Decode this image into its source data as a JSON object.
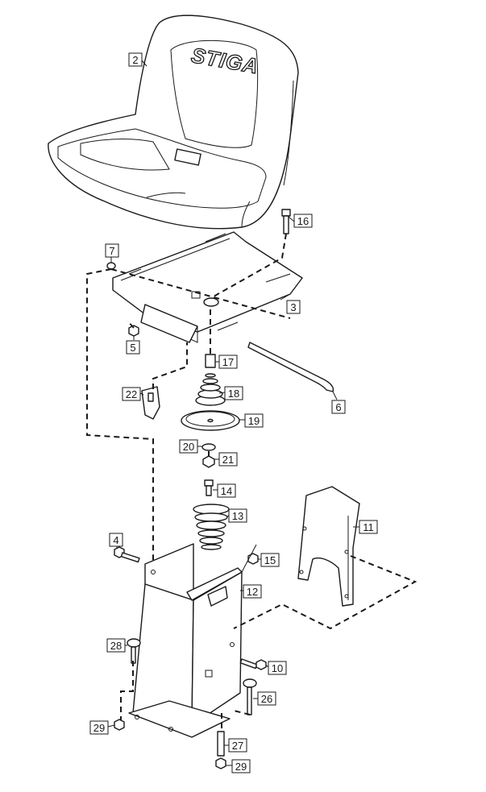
{
  "brand": {
    "logo_text": "STIGA"
  },
  "parts": [
    {
      "id": "seat",
      "label": "2"
    },
    {
      "id": "seat-plate",
      "label": "3"
    },
    {
      "id": "bolt-4",
      "label": "4"
    },
    {
      "id": "nut-5",
      "label": "5"
    },
    {
      "id": "adjust-rod",
      "label": "6"
    },
    {
      "id": "washer-7",
      "label": "7"
    },
    {
      "id": "screw-10",
      "label": "10"
    },
    {
      "id": "rear-cover",
      "label": "11"
    },
    {
      "id": "seat-console",
      "label": "12"
    },
    {
      "id": "spring-13",
      "label": "13"
    },
    {
      "id": "bolt-14",
      "label": "14"
    },
    {
      "id": "nut-15",
      "label": "15"
    },
    {
      "id": "bolt-16",
      "label": "16"
    },
    {
      "id": "spacer-17",
      "label": "17"
    },
    {
      "id": "spring-18",
      "label": "18"
    },
    {
      "id": "disc-19",
      "label": "19"
    },
    {
      "id": "washer-20",
      "label": "20"
    },
    {
      "id": "nut-21",
      "label": "21"
    },
    {
      "id": "latch-22",
      "label": "22"
    },
    {
      "id": "pin-26",
      "label": "26"
    },
    {
      "id": "sleeve-27",
      "label": "27"
    },
    {
      "id": "rivet-28",
      "label": "28"
    },
    {
      "id": "nut-29a",
      "label": "29"
    },
    {
      "id": "nut-29b",
      "label": "29"
    }
  ]
}
